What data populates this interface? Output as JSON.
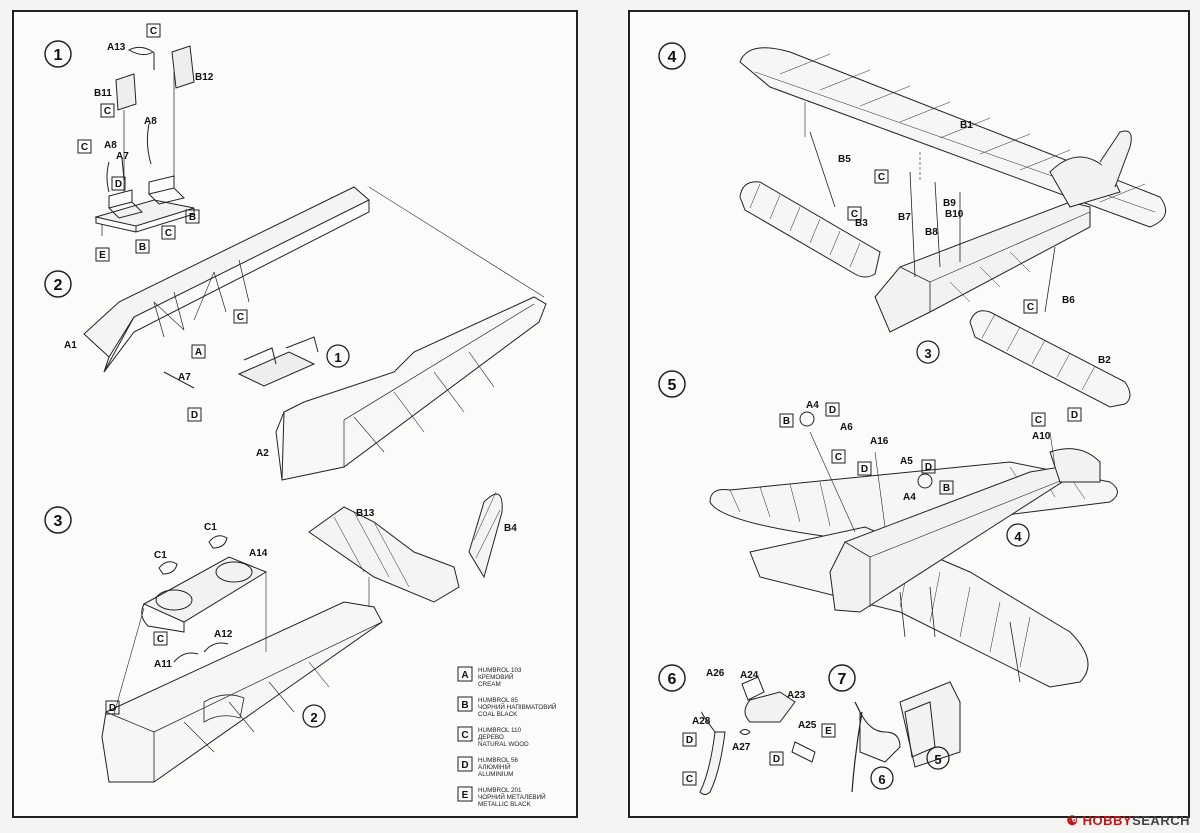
{
  "steps": {
    "s1": "1",
    "s2": "2",
    "s3": "3",
    "s4": "4",
    "s5": "5",
    "s6": "6",
    "s7": "7",
    "ref_s2_1": "1",
    "ref_s3_2": "2",
    "ref_s4_3": "3",
    "ref_s5_4": "4",
    "ref_s7_5": "5",
    "ref_s7_6": "6"
  },
  "parts": {
    "A13": "A13",
    "B12": "B12",
    "B11": "B11",
    "A8": "A8",
    "A8b": "A8",
    "A7": "A7",
    "A7b": "A7",
    "A1": "A1",
    "A2": "A2",
    "C1a": "C1",
    "C1b": "C1",
    "A14": "A14",
    "A12": "A12",
    "A11": "A11",
    "B13": "B13",
    "B4": "B4",
    "B1": "B1",
    "B5": "B5",
    "B3": "B3",
    "B7": "B7",
    "B8": "B8",
    "B9": "B9",
    "B10": "B10",
    "B6": "B6",
    "B2": "B2",
    "A4": "A4",
    "A4b": "A4",
    "A6": "A6",
    "A16": "A16",
    "A5": "A5",
    "A10": "A10",
    "A26": "A26",
    "A24": "A24",
    "A23": "A23",
    "A25": "A25",
    "A28": "A28",
    "A27": "A27"
  },
  "color_codes": [
    "A",
    "B",
    "C",
    "D",
    "E"
  ],
  "legend": [
    {
      "code": "A",
      "line1": "HUMBROL 103",
      "line2": "КРЕМОВИЙ",
      "line3": "CREAM"
    },
    {
      "code": "B",
      "line1": "HUMBROL 85",
      "line2": "ЧОРНИЙ НАПІВМАТОВИЙ",
      "line3": "COAL BLACK"
    },
    {
      "code": "C",
      "line1": "HUMBROL 110",
      "line2": "ДЕРЕВО",
      "line3": "NATURAL WOOD"
    },
    {
      "code": "D",
      "line1": "HUMBROL 56",
      "line2": "АЛЮМІНІЙ",
      "line3": "ALUMINIUM"
    },
    {
      "code": "E",
      "line1": "HUMBROL 201",
      "line2": "ЧОРНИЙ МЕТАЛЕВИЙ",
      "line3": "METALLIC BLACK"
    }
  ],
  "watermark": {
    "mark": "☯",
    "brand": "HOBBY",
    "suffix": "SEARCH"
  }
}
